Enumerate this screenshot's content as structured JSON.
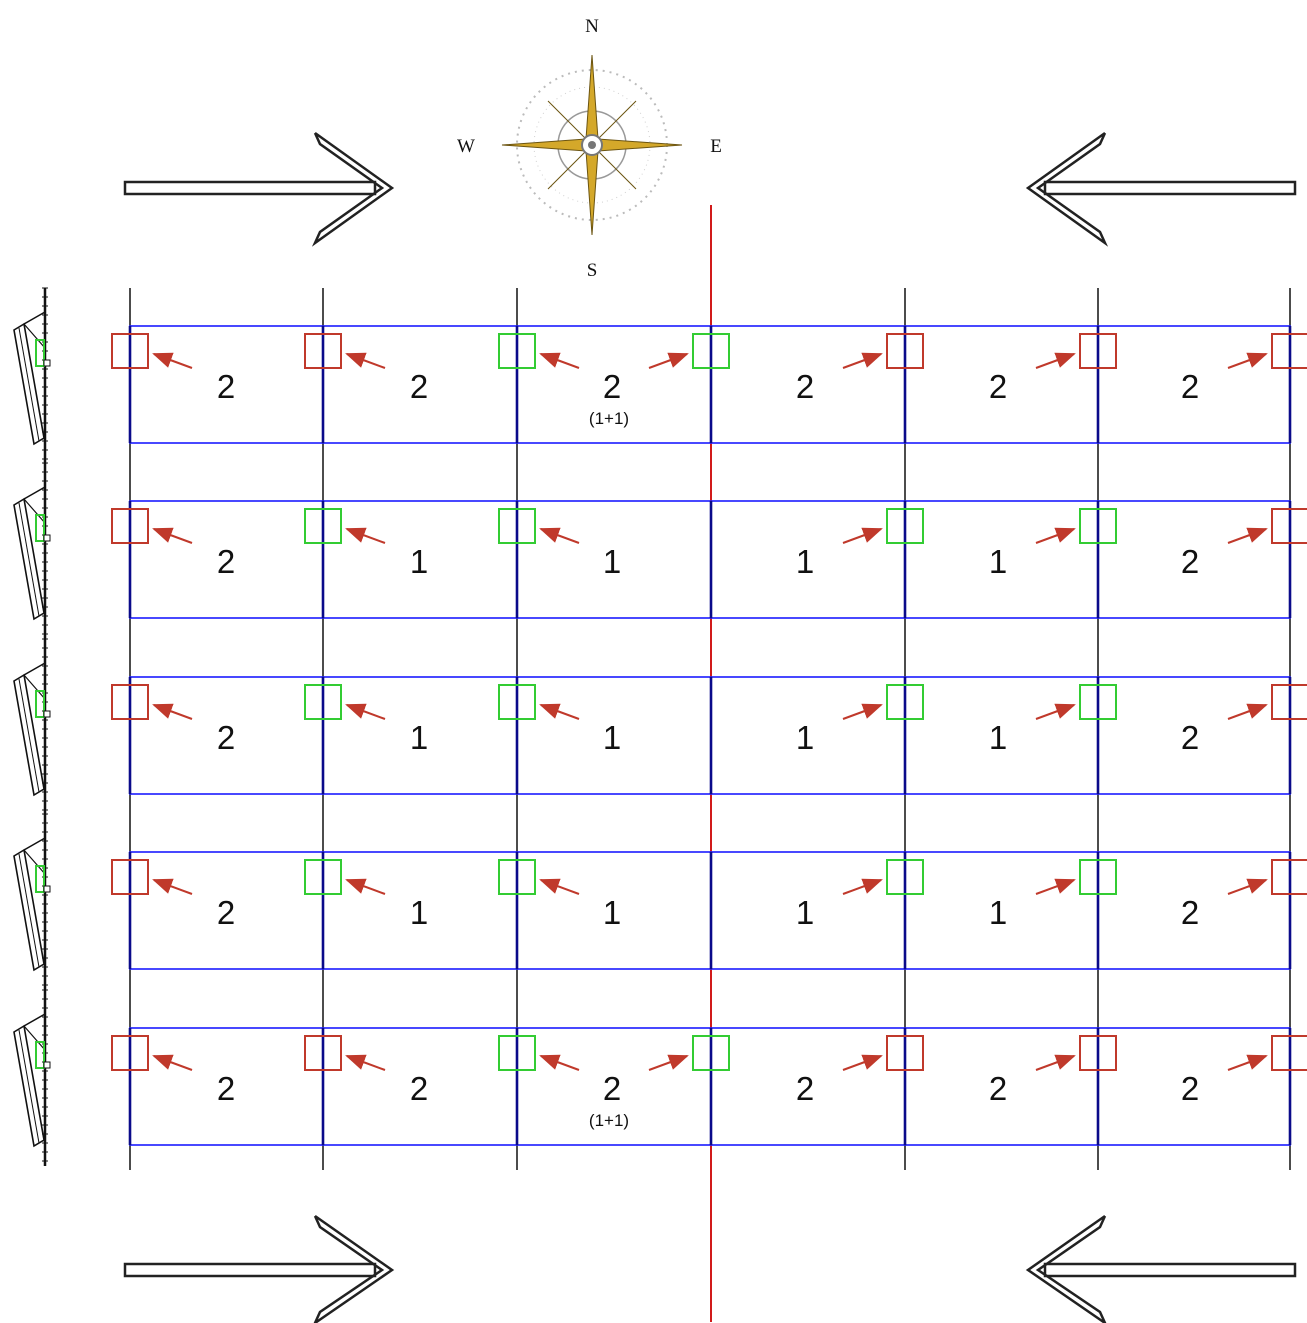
{
  "compass": {
    "north": "N",
    "south": "S",
    "east": "E",
    "west": "W"
  },
  "grid": {
    "rows": [
      [
        "2",
        "2",
        "2",
        "2",
        "2",
        "2"
      ],
      [
        "2",
        "1",
        "1",
        "1",
        "1",
        "2"
      ],
      [
        "2",
        "1",
        "1",
        "1",
        "1",
        "2"
      ],
      [
        "2",
        "1",
        "1",
        "1",
        "1",
        "2"
      ],
      [
        "2",
        "2",
        "2",
        "2",
        "2",
        "2"
      ]
    ],
    "sub_labels": [
      {
        "row": 0,
        "col": 2,
        "text": "(1+1)"
      },
      {
        "row": 4,
        "col": 2,
        "text": "(1+1)"
      }
    ],
    "markers": [
      [
        "red",
        "red",
        "green",
        "green",
        "red",
        "red",
        "red"
      ],
      [
        "red",
        "green",
        "green",
        null,
        "green",
        "green",
        "red"
      ],
      [
        "red",
        "green",
        "green",
        null,
        "green",
        "green",
        "red"
      ],
      [
        "red",
        "green",
        "green",
        null,
        "green",
        "green",
        "red"
      ],
      [
        "red",
        "red",
        "green",
        "green",
        "red",
        "red",
        "red"
      ]
    ]
  },
  "colors": {
    "marker_red": "#c0392b",
    "marker_green": "#33cc33",
    "panel_frame": "#1a1aff",
    "center_line": "#cc0000",
    "compass_gold": "#d4a82a"
  }
}
